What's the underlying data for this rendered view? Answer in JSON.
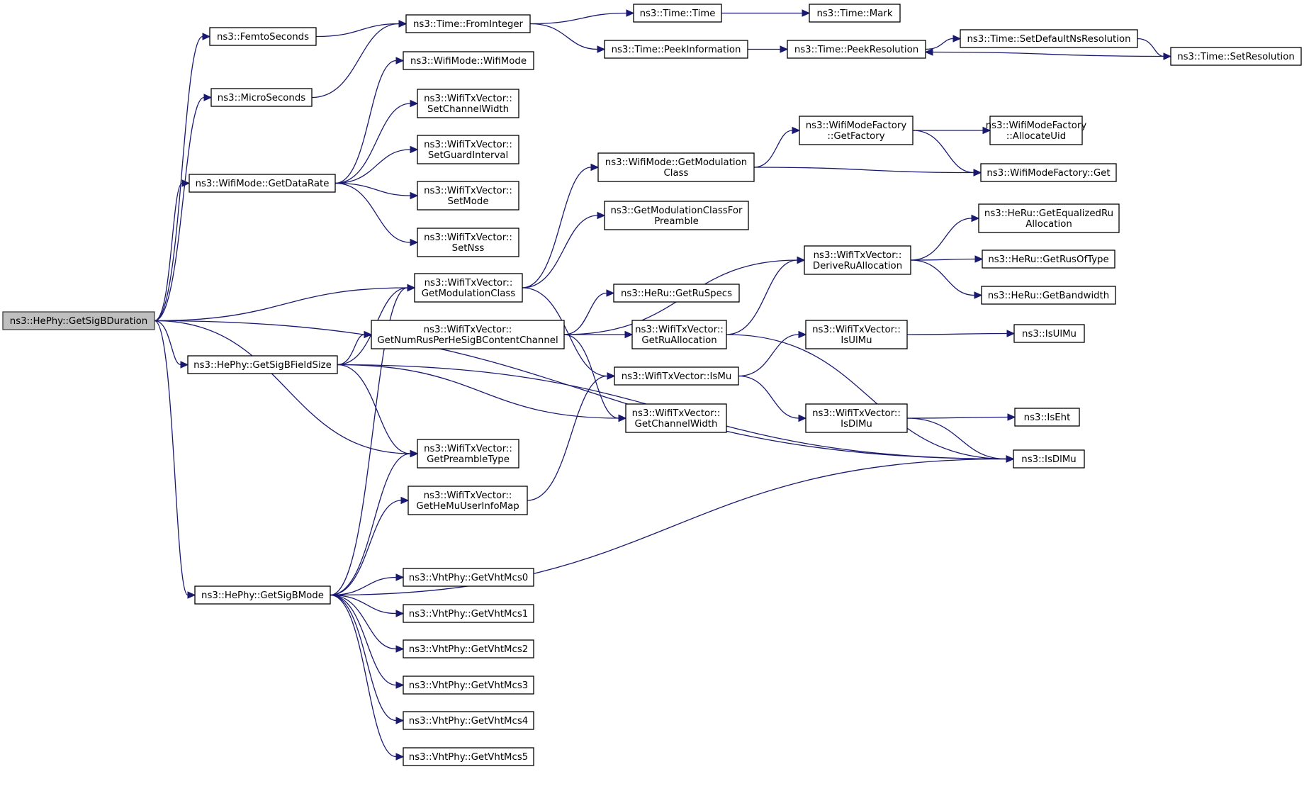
{
  "graph": {
    "root": "n_getsigbduration",
    "colors": {
      "edge": "#191970",
      "node_border": "#000000",
      "root_fill": "#bfbfbf",
      "node_fill": "#ffffff"
    },
    "nodes": [
      {
        "id": "n_getsigbduration",
        "lines": [
          "ns3::HePhy::GetSigBDuration"
        ],
        "root": true
      },
      {
        "id": "n_femtoseconds",
        "lines": [
          "ns3::FemtoSeconds"
        ]
      },
      {
        "id": "n_fromInteger",
        "lines": [
          "ns3::Time::FromInteger"
        ]
      },
      {
        "id": "n_microseconds",
        "lines": [
          "ns3::MicroSeconds"
        ]
      },
      {
        "id": "n_time_time",
        "lines": [
          "ns3::Time::Time"
        ]
      },
      {
        "id": "n_time_mark",
        "lines": [
          "ns3::Time::Mark"
        ]
      },
      {
        "id": "n_peekinfo",
        "lines": [
          "ns3::Time::PeekInformation"
        ]
      },
      {
        "id": "n_peekres",
        "lines": [
          "ns3::Time::PeekResolution"
        ]
      },
      {
        "id": "n_setdefault",
        "lines": [
          "ns3::Time::SetDefaultNsResolution"
        ]
      },
      {
        "id": "n_setres",
        "lines": [
          "ns3::Time::SetResolution"
        ]
      },
      {
        "id": "n_wifimode_wifimode",
        "lines": [
          "ns3::WifiMode::WifiMode"
        ]
      },
      {
        "id": "n_setchannelwidth",
        "lines": [
          "ns3::WifiTxVector::",
          "SetChannelWidth"
        ]
      },
      {
        "id": "n_setguard",
        "lines": [
          "ns3::WifiTxVector::",
          "SetGuardInterval"
        ]
      },
      {
        "id": "n_getdatarate",
        "lines": [
          "ns3::WifiMode::GetDataRate"
        ]
      },
      {
        "id": "n_setmode",
        "lines": [
          "ns3::WifiTxVector::",
          "SetMode"
        ]
      },
      {
        "id": "n_setnss",
        "lines": [
          "ns3::WifiTxVector::",
          "SetNss"
        ]
      },
      {
        "id": "n_factory_getfactory",
        "lines": [
          "ns3::WifiModeFactory",
          "::GetFactory"
        ]
      },
      {
        "id": "n_factory_allocuid",
        "lines": [
          "ns3::WifiModeFactory",
          "::AllocateUid"
        ]
      },
      {
        "id": "n_mode_getmodclass",
        "lines": [
          "ns3::WifiMode::GetModulation",
          "Class"
        ]
      },
      {
        "id": "n_factory_get",
        "lines": [
          "ns3::WifiModeFactory::Get"
        ]
      },
      {
        "id": "n_getmodclassforpreamble",
        "lines": [
          "ns3::GetModulationClassFor",
          "Preamble"
        ]
      },
      {
        "id": "n_heru_equalized",
        "lines": [
          "ns3::HeRu::GetEqualizedRu",
          "Allocation"
        ]
      },
      {
        "id": "n_derive_ru",
        "lines": [
          "ns3::WifiTxVector::",
          "DeriveRuAllocation"
        ]
      },
      {
        "id": "n_heru_rusoftype",
        "lines": [
          "ns3::HeRu::GetRusOfType"
        ]
      },
      {
        "id": "n_txv_getmodclass",
        "lines": [
          "ns3::WifiTxVector::",
          "GetModulationClass"
        ]
      },
      {
        "id": "n_heru_getruspecs",
        "lines": [
          "ns3::HeRu::GetRuSpecs"
        ]
      },
      {
        "id": "n_heru_bandwidth",
        "lines": [
          "ns3::HeRu::GetBandwidth"
        ]
      },
      {
        "id": "n_numrus",
        "lines": [
          "ns3::WifiTxVector::",
          "GetNumRusPerHeSigBContentChannel"
        ]
      },
      {
        "id": "n_getruallocation",
        "lines": [
          "ns3::WifiTxVector::",
          "GetRuAllocation"
        ]
      },
      {
        "id": "n_isulmu_txv",
        "lines": [
          "ns3::WifiTxVector::",
          "IsUlMu"
        ]
      },
      {
        "id": "n_isulmu",
        "lines": [
          "ns3::IsUlMu"
        ]
      },
      {
        "id": "n_sigbfieldsize",
        "lines": [
          "ns3::HePhy::GetSigBFieldSize"
        ]
      },
      {
        "id": "n_txv_ismu",
        "lines": [
          "ns3::WifiTxVector::IsMu"
        ]
      },
      {
        "id": "n_getchannelwidth",
        "lines": [
          "ns3::WifiTxVector::",
          "GetChannelWidth"
        ]
      },
      {
        "id": "n_isdlmu_txv",
        "lines": [
          "ns3::WifiTxVector::",
          "IsDlMu"
        ]
      },
      {
        "id": "n_iseht",
        "lines": [
          "ns3::IsEht"
        ]
      },
      {
        "id": "n_getpreambletype",
        "lines": [
          "ns3::WifiTxVector::",
          "GetPreambleType"
        ]
      },
      {
        "id": "n_isdlmu",
        "lines": [
          "ns3::IsDlMu"
        ]
      },
      {
        "id": "n_hemuuserinfo",
        "lines": [
          "ns3::WifiTxVector::",
          "GetHeMuUserInfoMap"
        ]
      },
      {
        "id": "n_vht0",
        "lines": [
          "ns3::VhtPhy::GetVhtMcs0"
        ]
      },
      {
        "id": "n_getsigbmode",
        "lines": [
          "ns3::HePhy::GetSigBMode"
        ]
      },
      {
        "id": "n_vht1",
        "lines": [
          "ns3::VhtPhy::GetVhtMcs1"
        ]
      },
      {
        "id": "n_vht2",
        "lines": [
          "ns3::VhtPhy::GetVhtMcs2"
        ]
      },
      {
        "id": "n_vht3",
        "lines": [
          "ns3::VhtPhy::GetVhtMcs3"
        ]
      },
      {
        "id": "n_vht4",
        "lines": [
          "ns3::VhtPhy::GetVhtMcs4"
        ]
      },
      {
        "id": "n_vht5",
        "lines": [
          "ns3::VhtPhy::GetVhtMcs5"
        ]
      }
    ],
    "edges": [
      [
        "n_getsigbduration",
        "n_femtoseconds"
      ],
      [
        "n_getsigbduration",
        "n_microseconds"
      ],
      [
        "n_getsigbduration",
        "n_getdatarate"
      ],
      [
        "n_getsigbduration",
        "n_txv_getmodclass"
      ],
      [
        "n_getsigbduration",
        "n_sigbfieldsize"
      ],
      [
        "n_getsigbduration",
        "n_getpreambletype"
      ],
      [
        "n_getsigbduration",
        "n_getsigbmode"
      ],
      [
        "n_getsigbduration",
        "n_isdlmu"
      ],
      [
        "n_femtoseconds",
        "n_fromInteger"
      ],
      [
        "n_microseconds",
        "n_fromInteger"
      ],
      [
        "n_fromInteger",
        "n_time_time"
      ],
      [
        "n_fromInteger",
        "n_peekinfo"
      ],
      [
        "n_time_time",
        "n_time_mark"
      ],
      [
        "n_peekinfo",
        "n_peekres"
      ],
      [
        "n_peekres",
        "n_setdefault"
      ],
      [
        "n_setdefault",
        "n_setres"
      ],
      [
        "n_setres",
        "n_peekres"
      ],
      [
        "n_getdatarate",
        "n_wifimode_wifimode"
      ],
      [
        "n_getdatarate",
        "n_setchannelwidth"
      ],
      [
        "n_getdatarate",
        "n_setguard"
      ],
      [
        "n_getdatarate",
        "n_setmode"
      ],
      [
        "n_getdatarate",
        "n_setnss"
      ],
      [
        "n_txv_getmodclass",
        "n_mode_getmodclass"
      ],
      [
        "n_txv_getmodclass",
        "n_getmodclassforpreamble"
      ],
      [
        "n_txv_getmodclass",
        "n_txv_ismu"
      ],
      [
        "n_mode_getmodclass",
        "n_factory_getfactory"
      ],
      [
        "n_mode_getmodclass",
        "n_factory_get"
      ],
      [
        "n_factory_getfactory",
        "n_factory_allocuid"
      ],
      [
        "n_factory_getfactory",
        "n_factory_get"
      ],
      [
        "n_sigbfieldsize",
        "n_txv_getmodclass"
      ],
      [
        "n_sigbfieldsize",
        "n_numrus"
      ],
      [
        "n_sigbfieldsize",
        "n_getchannelwidth"
      ],
      [
        "n_sigbfieldsize",
        "n_getpreambletype"
      ],
      [
        "n_sigbfieldsize",
        "n_isdlmu"
      ],
      [
        "n_numrus",
        "n_derive_ru"
      ],
      [
        "n_numrus",
        "n_heru_getruspecs"
      ],
      [
        "n_numrus",
        "n_getruallocation"
      ],
      [
        "n_numrus",
        "n_getchannelwidth"
      ],
      [
        "n_derive_ru",
        "n_heru_equalized"
      ],
      [
        "n_derive_ru",
        "n_heru_rusoftype"
      ],
      [
        "n_derive_ru",
        "n_heru_bandwidth"
      ],
      [
        "n_getruallocation",
        "n_derive_ru"
      ],
      [
        "n_getruallocation",
        "n_isdlmu"
      ],
      [
        "n_txv_ismu",
        "n_isulmu_txv"
      ],
      [
        "n_txv_ismu",
        "n_isdlmu_txv"
      ],
      [
        "n_isulmu_txv",
        "n_isulmu"
      ],
      [
        "n_isdlmu_txv",
        "n_iseht"
      ],
      [
        "n_isdlmu_txv",
        "n_isdlmu"
      ],
      [
        "n_getsigbmode",
        "n_txv_getmodclass"
      ],
      [
        "n_getsigbmode",
        "n_getpreambletype"
      ],
      [
        "n_getsigbmode",
        "n_hemuuserinfo"
      ],
      [
        "n_getsigbmode",
        "n_isdlmu"
      ],
      [
        "n_getsigbmode",
        "n_vht0"
      ],
      [
        "n_getsigbmode",
        "n_vht1"
      ],
      [
        "n_getsigbmode",
        "n_vht2"
      ],
      [
        "n_getsigbmode",
        "n_vht3"
      ],
      [
        "n_getsigbmode",
        "n_vht4"
      ],
      [
        "n_getsigbmode",
        "n_vht5"
      ],
      [
        "n_hemuuserinfo",
        "n_txv_ismu"
      ]
    ]
  }
}
